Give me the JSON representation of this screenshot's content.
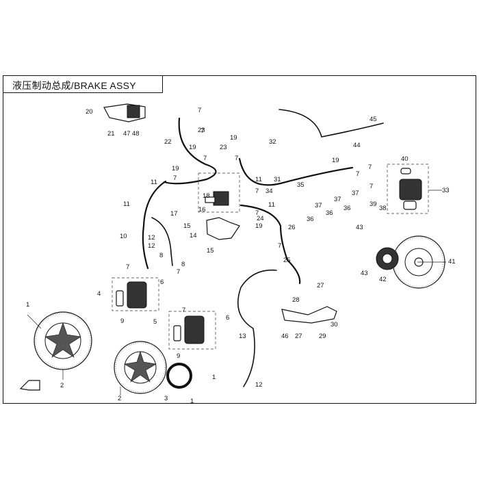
{
  "title": "液压制动总成/BRAKE  ASSY",
  "callouts": [
    {
      "id": "c1a",
      "label": "1"
    },
    {
      "id": "c2a",
      "label": "2"
    },
    {
      "id": "c1b",
      "label": "1"
    },
    {
      "id": "c2b",
      "label": "2"
    },
    {
      "id": "c3",
      "label": "3"
    },
    {
      "id": "c1c",
      "label": "1"
    },
    {
      "id": "c4",
      "label": "4"
    },
    {
      "id": "c5",
      "label": "5"
    },
    {
      "id": "c6a",
      "label": "6"
    },
    {
      "id": "c6b",
      "label": "6"
    },
    {
      "id": "c9a",
      "label": "9"
    },
    {
      "id": "c9b",
      "label": "9"
    },
    {
      "id": "c7a",
      "label": "7"
    },
    {
      "id": "c7b",
      "label": "7"
    },
    {
      "id": "c7c",
      "label": "7"
    },
    {
      "id": "c7d",
      "label": "7"
    },
    {
      "id": "c7e",
      "label": "7"
    },
    {
      "id": "c7f",
      "label": "7"
    },
    {
      "id": "c7g",
      "label": "7"
    },
    {
      "id": "c7h",
      "label": "7"
    },
    {
      "id": "c7i",
      "label": "7"
    },
    {
      "id": "c7j",
      "label": "7"
    },
    {
      "id": "c7k",
      "label": "7"
    },
    {
      "id": "c7l",
      "label": "7"
    },
    {
      "id": "c7m",
      "label": "7"
    },
    {
      "id": "c7n",
      "label": "7"
    },
    {
      "id": "c8a",
      "label": "8"
    },
    {
      "id": "c8b",
      "label": "8"
    },
    {
      "id": "c10",
      "label": "10"
    },
    {
      "id": "c11a",
      "label": "11"
    },
    {
      "id": "c11b",
      "label": "11"
    },
    {
      "id": "c11c",
      "label": "11"
    },
    {
      "id": "c11d",
      "label": "11"
    },
    {
      "id": "c12a",
      "label": "12"
    },
    {
      "id": "c12b",
      "label": "12"
    },
    {
      "id": "c12c",
      "label": "12"
    },
    {
      "id": "c13",
      "label": "13"
    },
    {
      "id": "c14",
      "label": "14"
    },
    {
      "id": "c15a",
      "label": "15"
    },
    {
      "id": "c15b",
      "label": "15"
    },
    {
      "id": "c16",
      "label": "16"
    },
    {
      "id": "c17",
      "label": "17"
    },
    {
      "id": "c18",
      "label": "18"
    },
    {
      "id": "c19a",
      "label": "19"
    },
    {
      "id": "c19b",
      "label": "19"
    },
    {
      "id": "c19c",
      "label": "19"
    },
    {
      "id": "c19d",
      "label": "19"
    },
    {
      "id": "c19e",
      "label": "19"
    },
    {
      "id": "c20",
      "label": "20"
    },
    {
      "id": "c21",
      "label": "21"
    },
    {
      "id": "c22",
      "label": "22"
    },
    {
      "id": "c23a",
      "label": "23"
    },
    {
      "id": "c23b",
      "label": "23"
    },
    {
      "id": "c24",
      "label": "24"
    },
    {
      "id": "c25",
      "label": "25"
    },
    {
      "id": "c26",
      "label": "26"
    },
    {
      "id": "c27a",
      "label": "27"
    },
    {
      "id": "c27b",
      "label": "27"
    },
    {
      "id": "c28",
      "label": "28"
    },
    {
      "id": "c29",
      "label": "29"
    },
    {
      "id": "c30",
      "label": "30"
    },
    {
      "id": "c31",
      "label": "31"
    },
    {
      "id": "c32",
      "label": "32"
    },
    {
      "id": "c33",
      "label": "33"
    },
    {
      "id": "c34",
      "label": "34"
    },
    {
      "id": "c35",
      "label": "35"
    },
    {
      "id": "c36a",
      "label": "36"
    },
    {
      "id": "c36b",
      "label": "36"
    },
    {
      "id": "c36c",
      "label": "36"
    },
    {
      "id": "c37a",
      "label": "37"
    },
    {
      "id": "c37b",
      "label": "37"
    },
    {
      "id": "c37c",
      "label": "37"
    },
    {
      "id": "c38",
      "label": "38"
    },
    {
      "id": "c39",
      "label": "39"
    },
    {
      "id": "c40",
      "label": "40"
    },
    {
      "id": "c41",
      "label": "41"
    },
    {
      "id": "c42",
      "label": "42"
    },
    {
      "id": "c43a",
      "label": "43"
    },
    {
      "id": "c43b",
      "label": "43"
    },
    {
      "id": "c44",
      "label": "44"
    },
    {
      "id": "c45",
      "label": "45"
    },
    {
      "id": "c46",
      "label": "46"
    },
    {
      "id": "c47",
      "label": "47"
    },
    {
      "id": "c48",
      "label": "48"
    }
  ]
}
